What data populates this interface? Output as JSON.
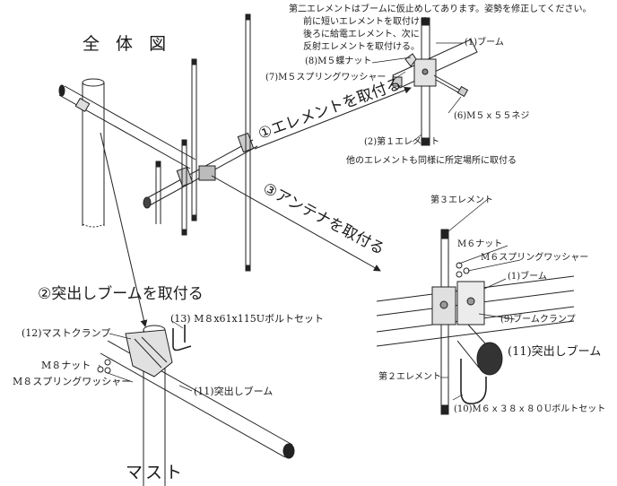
{
  "title": "全 体 図",
  "note": {
    "line1": "第二エレメントはブームに仮止めしてあります。姿勢を修正してください。",
    "line2": "前に短いエレメントを取付ける",
    "line3": "後ろに給電エレメント、次に",
    "line4": "反射エレメントを取付ける。"
  },
  "steps": {
    "step1": "①エレメントを取付る",
    "step2": "②突出しブームを取付る",
    "step3": "③アンテナを取付る"
  },
  "top_detail": {
    "p1": "(1)ブーム",
    "p8": "(8)M５蝶ナット",
    "p7": "(7)M５スプリングワッシャー",
    "p6": "(6)M５ｘ５５ネジ",
    "p2": "(2)第１エレメント",
    "other": "他のエレメントも同様に所定場所に取付る"
  },
  "right_detail": {
    "elem3": "第３エレメント",
    "m6nut": "M６ナット",
    "m6sw": "M６スプリングワッシャー",
    "p1": "(1)ブーム",
    "p9": "(9)ブームクランプ",
    "p11": "(11)突出しブーム",
    "elem2": "第２エレメント",
    "p10": "(10)M６ｘ３８ｘ８０Uボルトセット"
  },
  "left_detail": {
    "p13": "(13) M８x61x115Uボルトセット",
    "p12": "(12)マストクランプ",
    "m8nut": "M８ナット",
    "m8sw": "M８スプリングワッシャー",
    "p11": "(11)突出しブーム",
    "mast": "マスト"
  }
}
